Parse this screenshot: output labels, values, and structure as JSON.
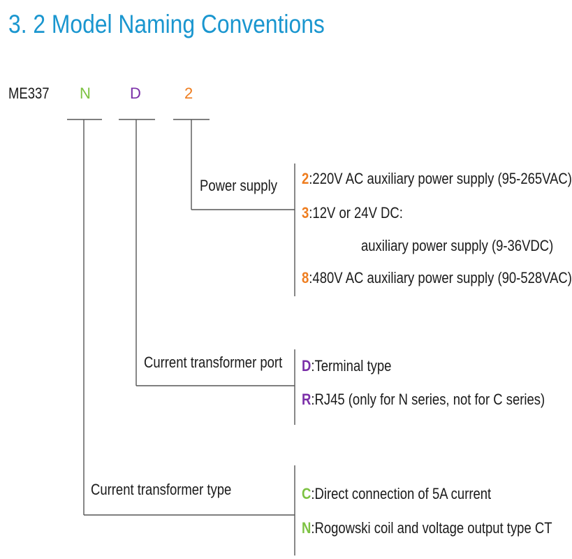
{
  "title": "3. 2 Model Naming Conventions",
  "model": "ME337",
  "codes": [
    {
      "text": "N",
      "color": "#7dc242"
    },
    {
      "text": "D",
      "color": "#7b2fa8"
    },
    {
      "text": "2",
      "color": "#ee7d1f"
    }
  ],
  "groups": {
    "power": {
      "label": "Power supply",
      "options": [
        {
          "key": "2",
          "sep": ":",
          "text": "220V AC auxiliary power supply (95-265VAC)",
          "color": "#ee7d1f"
        },
        {
          "key": "3",
          "sep": ":",
          "text": "12V or 24V DC:",
          "color": "#ee7d1f"
        },
        {
          "key": "",
          "sep": "",
          "text": "auxiliary power supply (9-36VDC)",
          "color": "#ee7d1f"
        },
        {
          "key": "8",
          "sep": ":",
          "text": "480V AC auxiliary power supply (90-528VAC)",
          "color": "#ee7d1f"
        }
      ]
    },
    "port": {
      "label": "Current transformer port",
      "options": [
        {
          "key": "D",
          "sep": ":",
          "text": "Terminal type",
          "color": "#7b2fa8"
        },
        {
          "key": "R",
          "sep": ":",
          "text": "RJ45 (only for N series, not for C series)",
          "color": "#7b2fa8"
        }
      ]
    },
    "type": {
      "label": "Current transformer type",
      "options": [
        {
          "key": "C",
          "sep": ":",
          "text": "Direct connection of 5A current",
          "color": "#7dc242"
        },
        {
          "key": "N",
          "sep": ":",
          "text": "Rogowski coil and voltage output type CT",
          "color": "#7dc242"
        }
      ]
    }
  }
}
